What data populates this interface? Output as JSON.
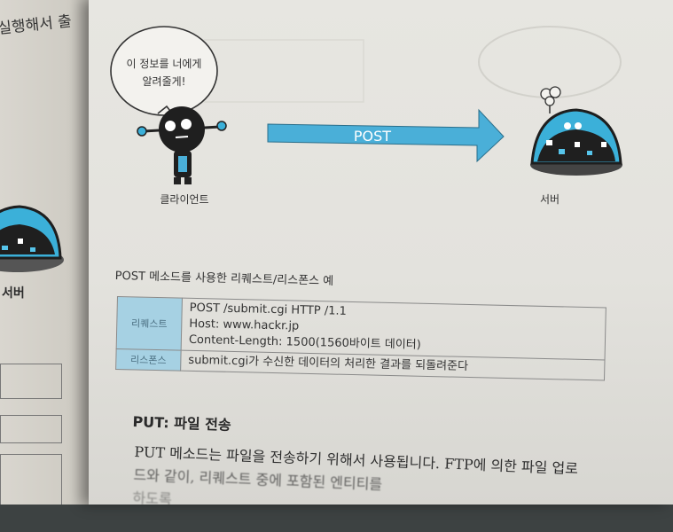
{
  "left_page": {
    "top_text": "실행해서 출",
    "server_label": "서버"
  },
  "diagram": {
    "speech_bubble": [
      "이 정보를 너에게",
      "알려줄게!"
    ],
    "arrow_label": "POST",
    "client_label": "클라이언트",
    "server_label": "서버"
  },
  "example": {
    "caption": "POST 메소드를 사용한 리퀘스트/리스폰스 예",
    "rows": [
      {
        "header": "리퀘스트",
        "lines": [
          "POST /submit.cgi HTTP /1.1",
          "Host: www.hackr.jp",
          "Content-Length: 1500(1560바이트 데이터)"
        ]
      },
      {
        "header": "리스폰스",
        "lines": [
          "submit.cgi가 수신한 데이터의 처리한 결과를 되돌려준다"
        ]
      }
    ]
  },
  "section": {
    "title": "PUT: 파일 전송",
    "lines": [
      "PUT 메소드는 파일을 전송하기 위해서 사용됩니다. FTP에 의한 파일 업로",
      "드와 같이, 리퀘스트 중에 포함된 엔티티를",
      "하도록"
    ]
  },
  "colors": {
    "accent_blue": "#4aafd8",
    "table_header": "#a6d1e3",
    "paper": "#e5e4df"
  }
}
